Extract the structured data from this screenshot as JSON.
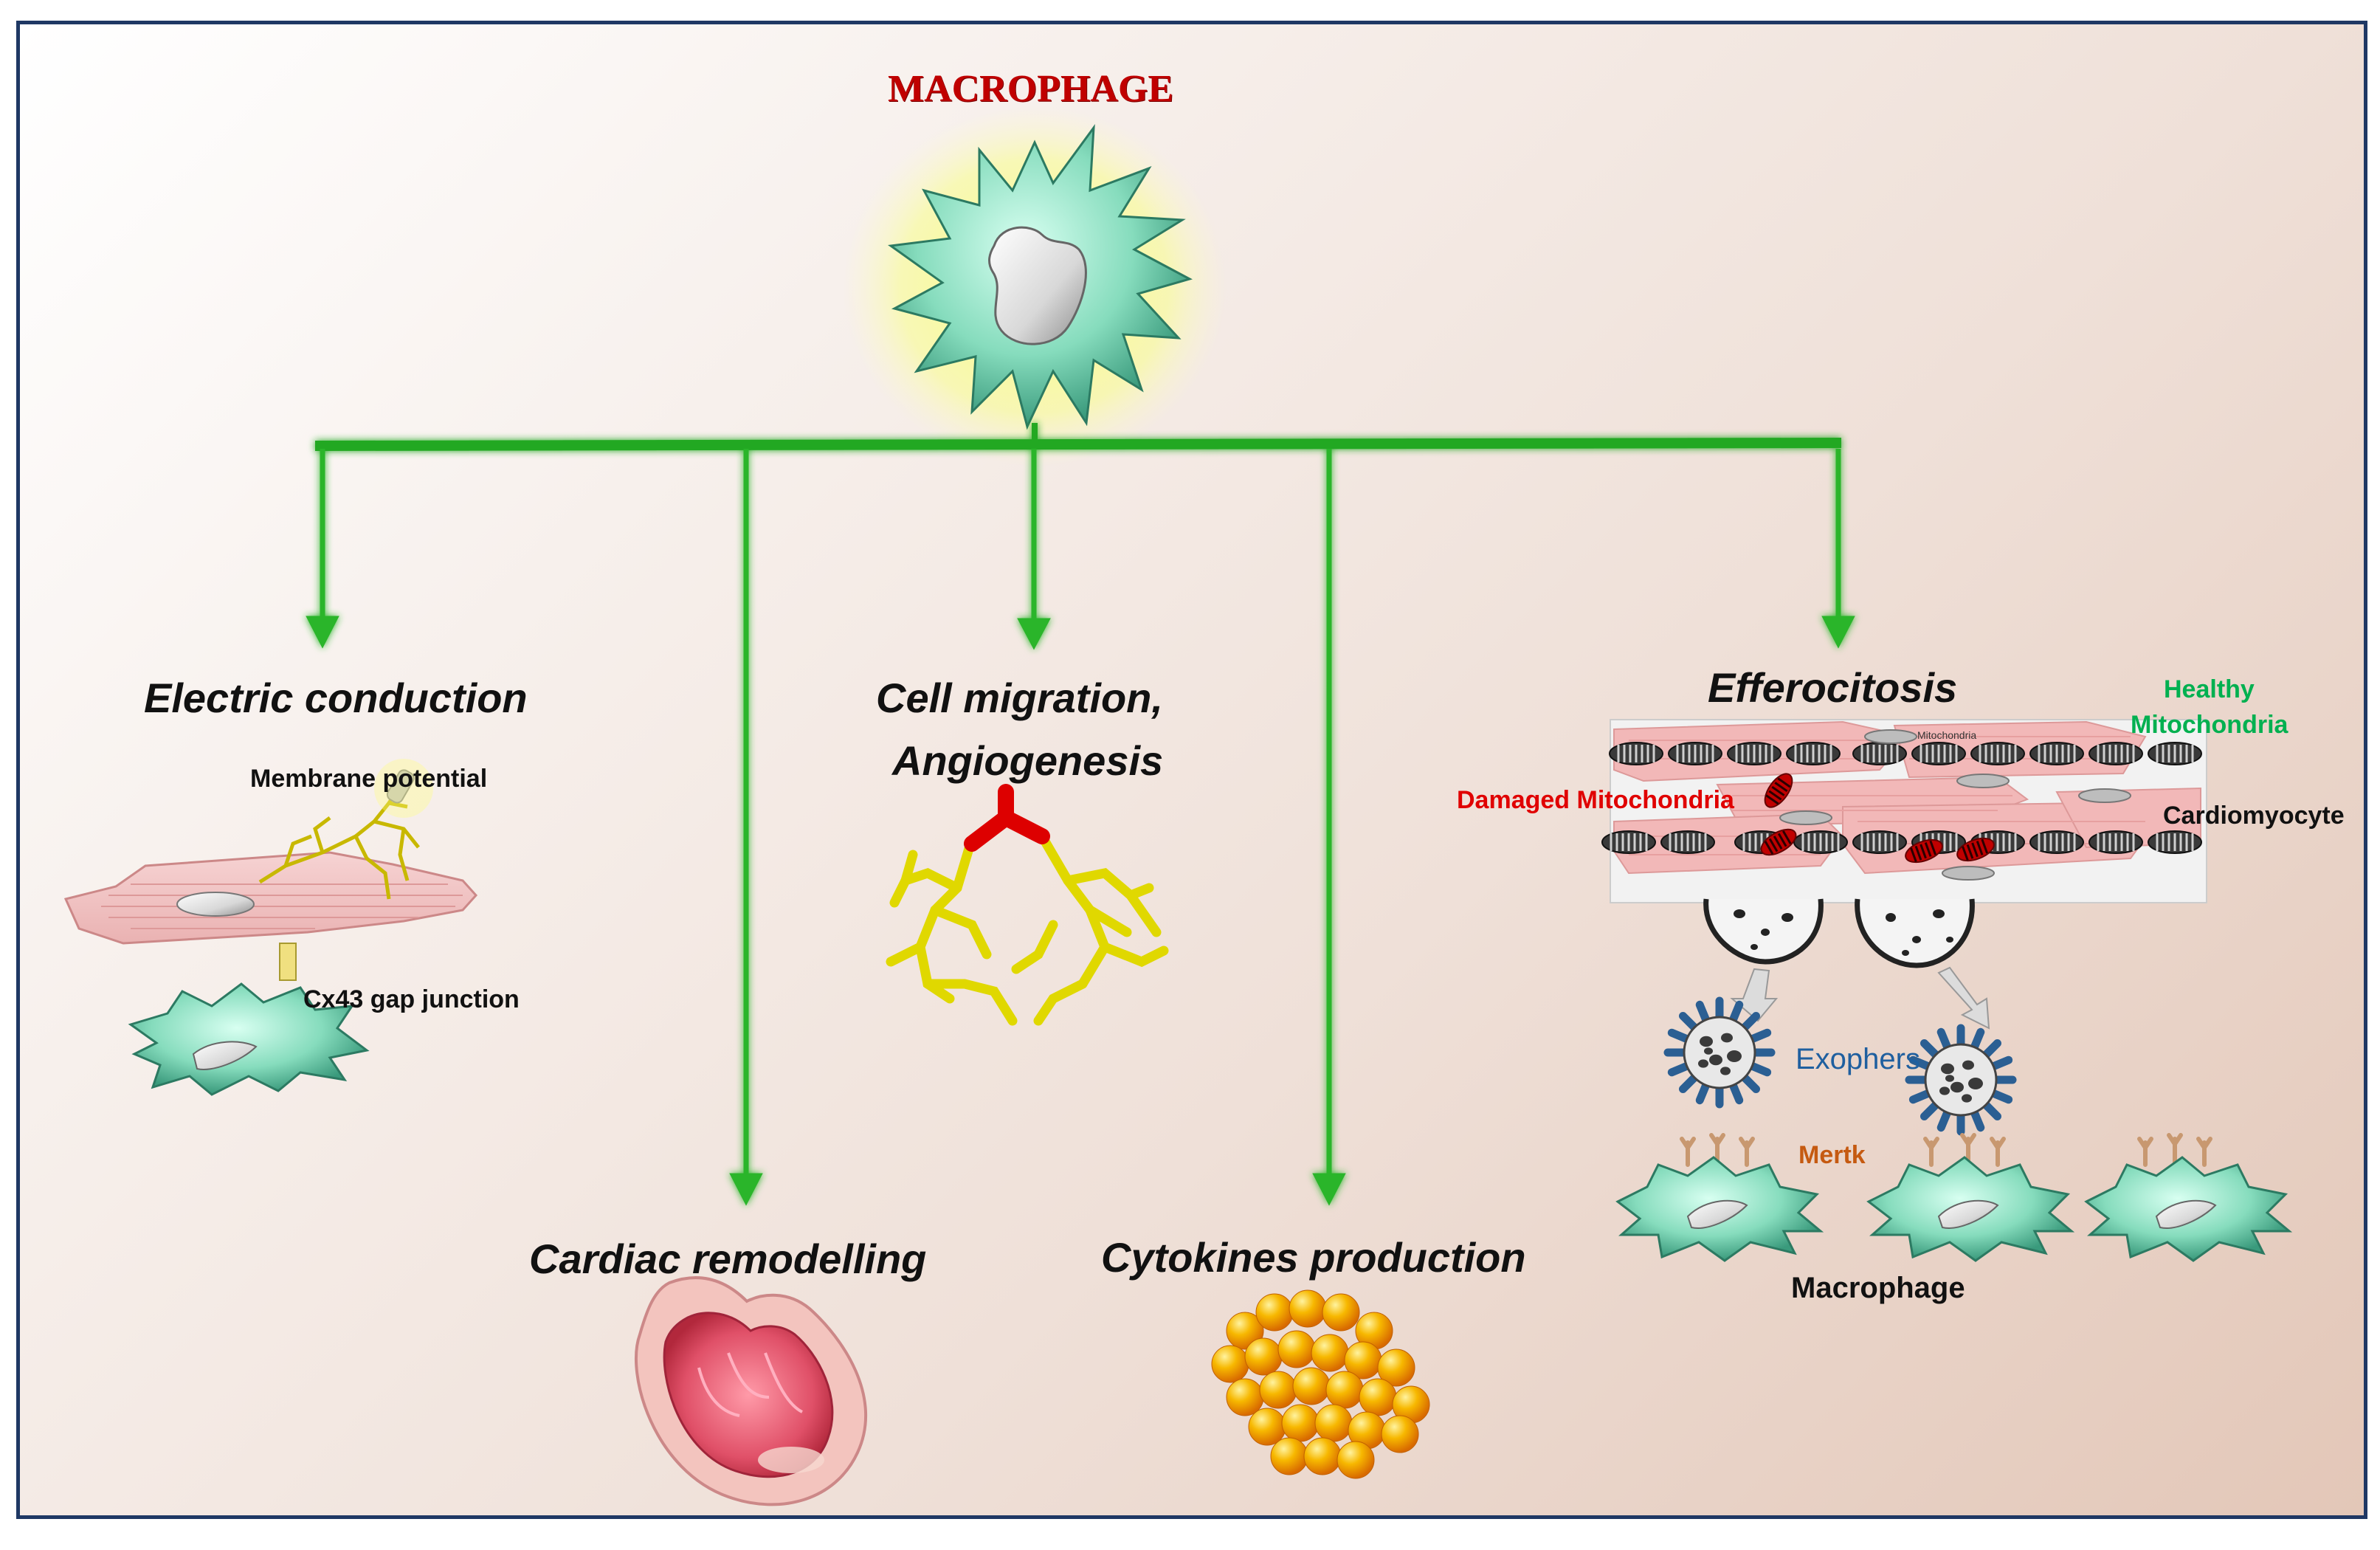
{
  "title": "MACROPHAGE",
  "branches": {
    "electric": "Electric conduction",
    "remodelling": "Cardiac remodelling",
    "migration_line1": "Cell migration,",
    "migration_line2": "Angiogenesis",
    "cytokines": "Cytokines production",
    "efferocitosis": "Efferocitosis"
  },
  "labels": {
    "membrane_potential": "Membrane potential",
    "gap_junction": "Cx43 gap junction",
    "healthy_line1": "Healthy",
    "healthy_line2": "Mitochondria",
    "damaged": "Damaged Mitochondria",
    "cardiomyocyte": "Cardiomyocyte",
    "mito_small": "Mitochondria",
    "exophers": "Exophers",
    "mertk": "Mertk",
    "macrophage": "Macrophage"
  },
  "colors": {
    "title": "#c00000",
    "arrow": "#22b022",
    "healthy": "#00b050",
    "damaged": "#e00000",
    "exophers": "#1f5f9f",
    "mertk": "#c55a11",
    "cell_fill": "#7fd6b6",
    "vessel_yellow": "#e8e000",
    "vessel_red": "#dd0000",
    "cytokine": "#f2a100"
  },
  "icons": [
    "macrophage-cell-icon",
    "cardiomyocyte-icon",
    "blood-vessel-icon",
    "heart-section-icon",
    "cytokine-cluster-icon",
    "mitochondria-icon",
    "exopher-icon",
    "mertk-receptor-icon"
  ]
}
